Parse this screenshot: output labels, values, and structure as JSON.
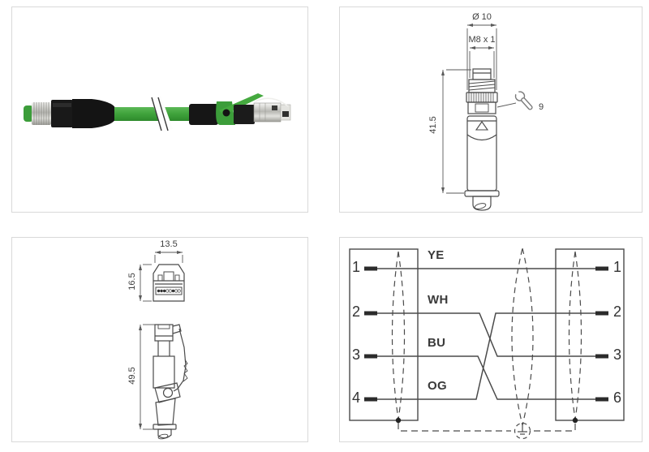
{
  "page": {
    "background": "#ffffff",
    "panel_border_color": "#d9d9d9",
    "line_color": "#4a4a4a"
  },
  "photo": {
    "cable_color": "#3fa23b",
    "connector_body_color": "#161616",
    "metal_color": "#c9c9c4",
    "latch_color": "#45a93f"
  },
  "m8_drawing": {
    "diameter": "Ø 10",
    "thread": "M8 x 1",
    "length": "41.5",
    "wrench_size": "9"
  },
  "rj45_drawing": {
    "width": "13.5",
    "head_height": "16.5",
    "length": "49.5"
  },
  "wiring": {
    "left_pins": [
      "1",
      "2",
      "3",
      "4"
    ],
    "right_pins": [
      "1",
      "2",
      "3",
      "6"
    ],
    "wires": [
      {
        "label": "YE",
        "from": "1",
        "to": "1"
      },
      {
        "label": "WH",
        "from": "2",
        "to": "3"
      },
      {
        "label": "BU",
        "from": "3",
        "to": "6"
      },
      {
        "label": "OG",
        "from": "4",
        "to": "2"
      }
    ]
  }
}
